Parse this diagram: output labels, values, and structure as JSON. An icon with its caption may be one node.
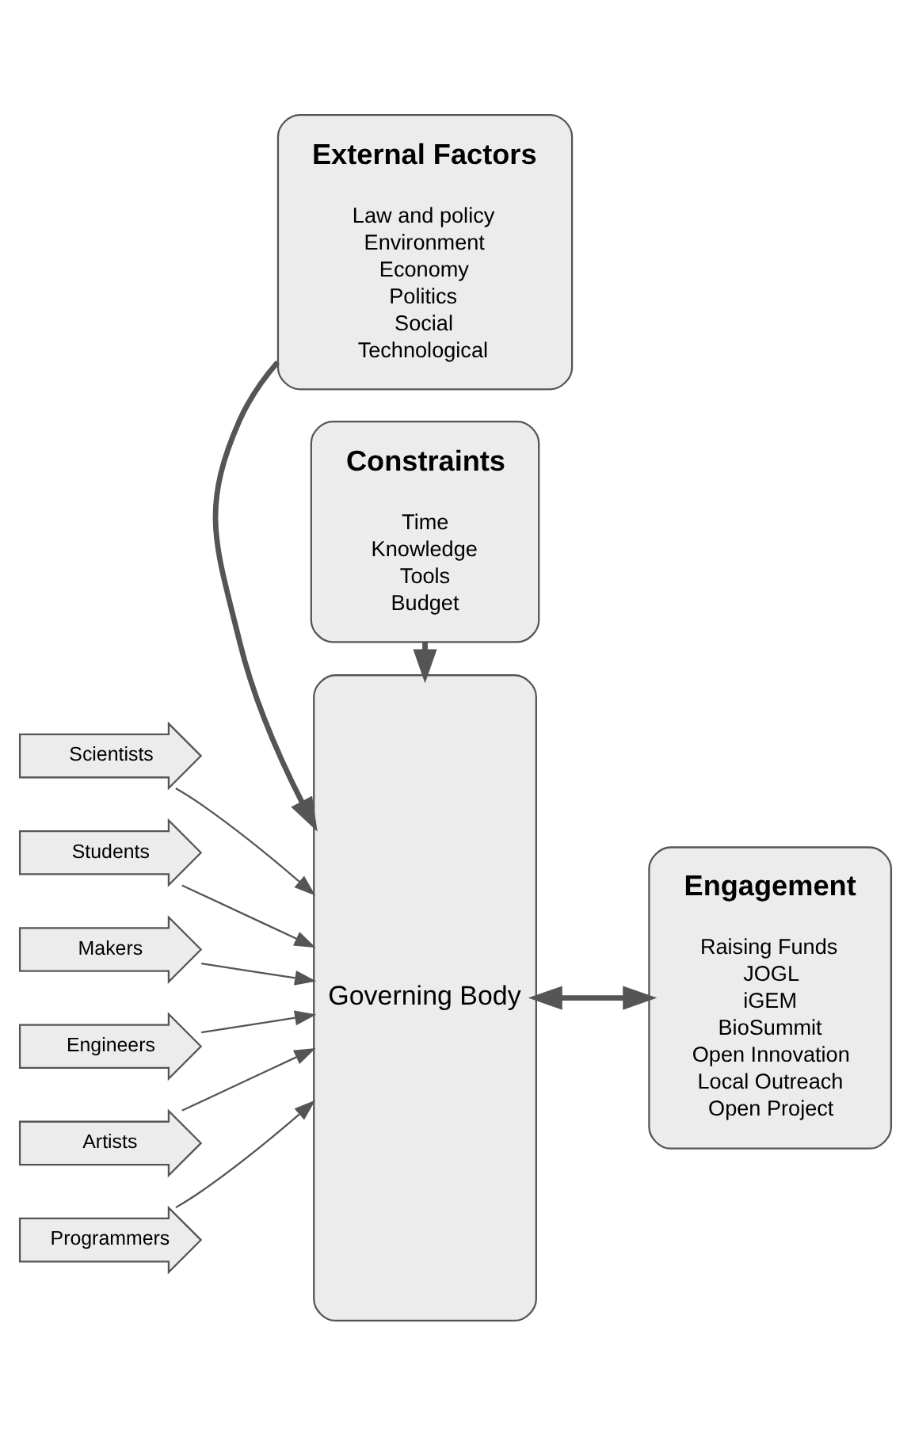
{
  "diagram": {
    "nodes": [
      {
        "text": [
          "External Factors",
          "Law and policy",
          "Environment",
          "Economy",
          "Politics",
          "Social",
          "Technological"
        ]
      },
      {
        "text": [
          "Governing Body"
        ]
      },
      {
        "text": [
          "Scientists"
        ]
      },
      {
        "text": [
          "Students"
        ]
      },
      {
        "text": [
          "Makers"
        ]
      },
      {
        "text": [
          "Engineers"
        ]
      },
      {
        "text": [
          "Artists"
        ]
      },
      {
        "text": [
          "Programmers"
        ]
      },
      {
        "text": [
          "Engagement",
          "Raising Funds",
          "JOGL",
          "iGEM",
          "BioSummit",
          "Open Innovation",
          "Local Outreach",
          "Open Project"
        ]
      },
      {
        "text": [
          "Constraints",
          "Time",
          "Knowledge",
          "Tools",
          "Budget"
        ]
      }
    ],
    "edges": [
      {
        "from": 0,
        "to": 1,
        "arrow": "to",
        "style": "thick"
      },
      {
        "from": 2,
        "to": 1,
        "arrow": "to"
      },
      {
        "from": 3,
        "to": 1,
        "arrow": "to"
      },
      {
        "from": 4,
        "to": 1,
        "arrow": "to"
      },
      {
        "from": 5,
        "to": 1,
        "arrow": "to"
      },
      {
        "from": 6,
        "to": 1,
        "arrow": "to"
      },
      {
        "from": 7,
        "to": 1,
        "arrow": "to"
      },
      {
        "from": 1,
        "to": 8,
        "arrow": "both",
        "style": "thick"
      },
      {
        "from": 9,
        "to": 1,
        "arrow": "to",
        "style": "thick"
      }
    ]
  }
}
